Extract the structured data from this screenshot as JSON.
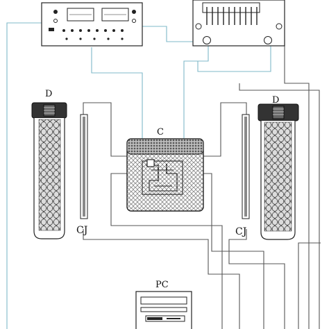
{
  "labels": {
    "dewar_left": "D",
    "dewar_right": "D",
    "chamber": "C",
    "cold_junction_left": "CJ",
    "cold_junction_right": "CJ",
    "computer": "PC"
  },
  "colors": {
    "ink": "#111111",
    "wire_blue": "#7fb8c8",
    "wire_gray": "#555555",
    "pellet": "#9a9a9a",
    "junction_fill": "#8a8a8a"
  }
}
